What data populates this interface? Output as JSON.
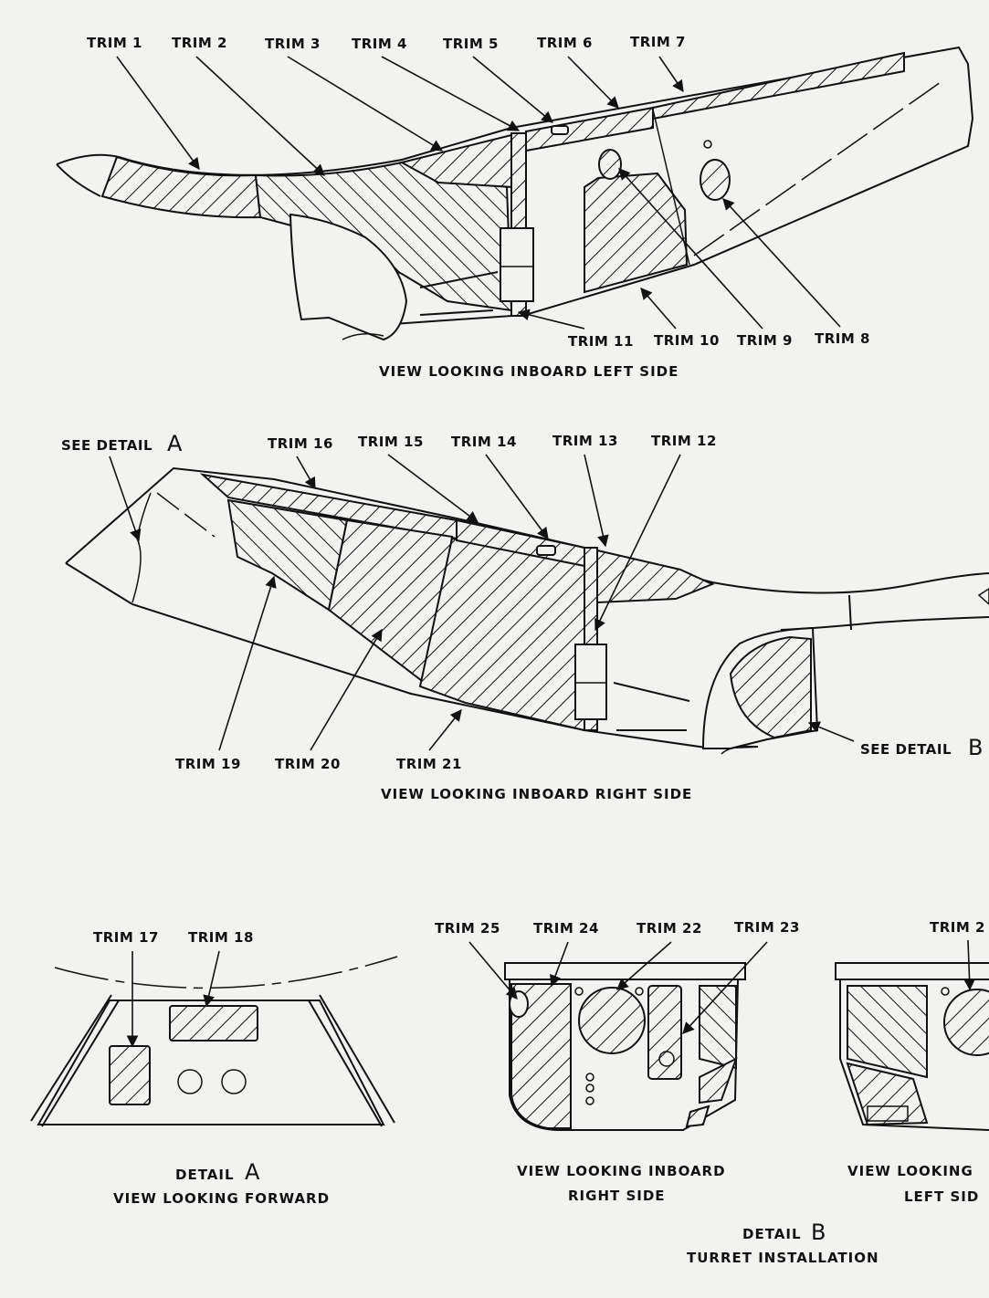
{
  "top_view": {
    "trim_labels": [
      "TRIM 1",
      "TRIM 2",
      "TRIM 3",
      "TRIM 4",
      "TRIM 5",
      "TRIM 6",
      "TRIM 7"
    ],
    "bottom_labels": [
      "TRIM 11",
      "TRIM 10",
      "TRIM 9",
      "TRIM 8"
    ],
    "caption": "VIEW LOOKING INBOARD LEFT SIDE"
  },
  "mid_view": {
    "see_detail_a_text": "SEE DETAIL",
    "see_detail_a_letter": "A",
    "trim_labels": [
      "TRIM 16",
      "TRIM 15",
      "TRIM 14",
      "TRIM 13",
      "TRIM 12"
    ],
    "bottom_labels": [
      "TRIM 19",
      "TRIM 20",
      "TRIM 21"
    ],
    "see_detail_b_text": "SEE DETAIL",
    "see_detail_b_letter": "B",
    "caption": "VIEW LOOKING INBOARD RIGHT SIDE"
  },
  "detail_a": {
    "trim_labels": [
      "TRIM 17",
      "TRIM 18"
    ],
    "caption_prefix": "DETAIL",
    "caption_letter": "A",
    "subcaption": "VIEW LOOKING FORWARD"
  },
  "detail_b": {
    "trim_labels": [
      "TRIM 25",
      "TRIM 24",
      "TRIM 22",
      "TRIM 23",
      "TRIM 2"
    ],
    "right_caption_1": "VIEW LOOKING INBOARD",
    "right_caption_2": "RIGHT SIDE",
    "left_caption_1": "VIEW LOOKING",
    "left_caption_2": "LEFT SID",
    "caption_prefix": "DETAIL",
    "caption_letter": "B",
    "subcaption": "TURRET INSTALLATION"
  }
}
